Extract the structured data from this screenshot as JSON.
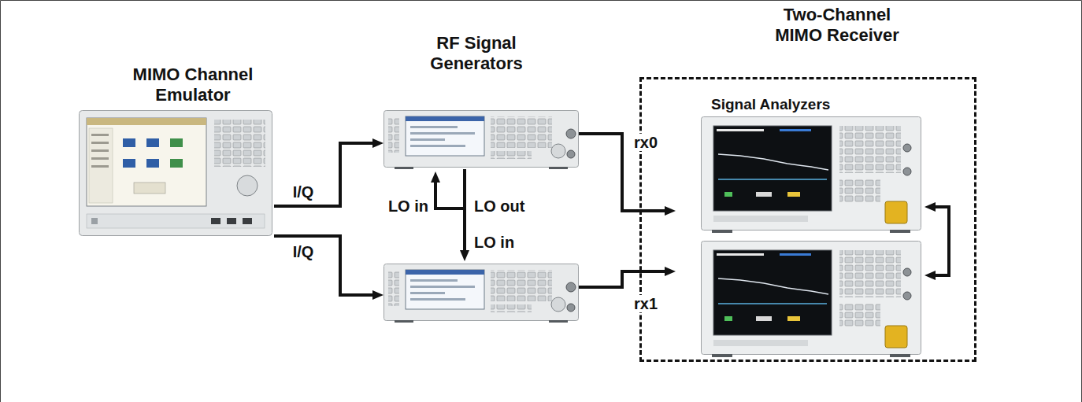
{
  "diagram": {
    "nodes": [
      {
        "text": [
          "MIMO Channel Emulator"
        ]
      },
      {
        "text": [
          "RF Signal Generators"
        ]
      },
      {
        "text": [
          "Two-Channel MIMO Receiver"
        ]
      },
      {
        "text": [
          "Signal Analyzers"
        ],
        "in": 2
      }
    ],
    "edges": [
      {
        "from": 0,
        "to": 1,
        "arrow": "to",
        "label": "I/Q"
      },
      {
        "from": 0,
        "to": 1,
        "arrow": "to",
        "label": "I/Q"
      },
      {
        "from": 1,
        "to": 3,
        "arrow": "to",
        "label": "rx0"
      },
      {
        "from": 1,
        "to": 3,
        "arrow": "to",
        "label": "rx1"
      }
    ],
    "labels": [
      "LO in",
      "LO out",
      "LO in"
    ]
  }
}
